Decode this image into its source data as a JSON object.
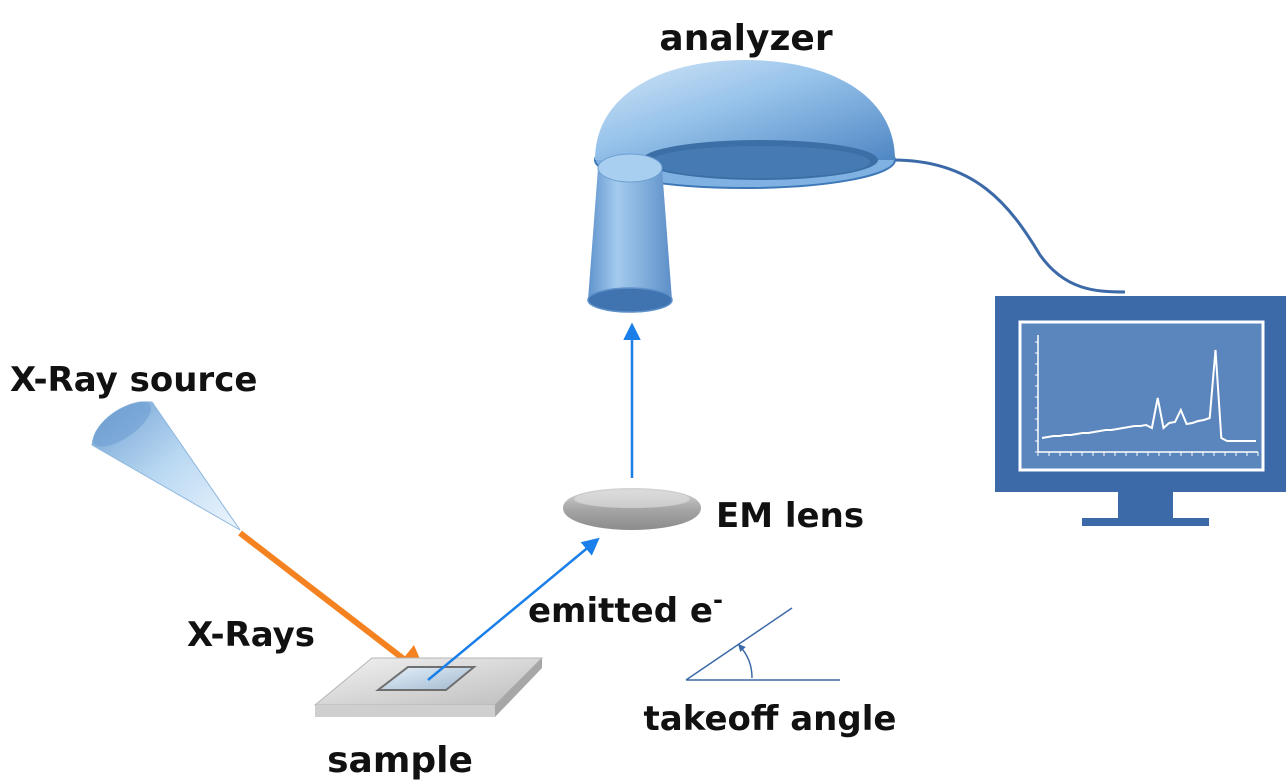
{
  "labels": {
    "analyzer": "analyzer",
    "xray_source": "X-Ray source",
    "xrays": "X-Rays",
    "em_lens": "EM lens",
    "emitted": "emitted e",
    "emitted_superscript": "-",
    "takeoff": "takeoff angle",
    "sample": "sample"
  },
  "colors": {
    "analyzer_blue": "#8fbde6",
    "xray_beam": "#f58220",
    "electron_path": "#1a7fe8",
    "monitor_frame": "#3c6aa8",
    "monitor_screen": "#5a86bd",
    "cable": "#3c6aa8",
    "lens_gray": "#a9a9a9"
  },
  "spectrum": {
    "y": [
      0.1,
      0.11,
      0.12,
      0.12,
      0.13,
      0.13,
      0.14,
      0.15,
      0.15,
      0.16,
      0.17,
      0.18,
      0.18,
      0.19,
      0.2,
      0.21,
      0.22,
      0.22,
      0.23,
      0.2,
      0.5,
      0.2,
      0.25,
      0.26,
      0.38,
      0.24,
      0.25,
      0.27,
      0.28,
      0.3,
      0.98,
      0.1,
      0.07,
      0.07,
      0.07,
      0.07,
      0.07,
      0.07
    ]
  }
}
